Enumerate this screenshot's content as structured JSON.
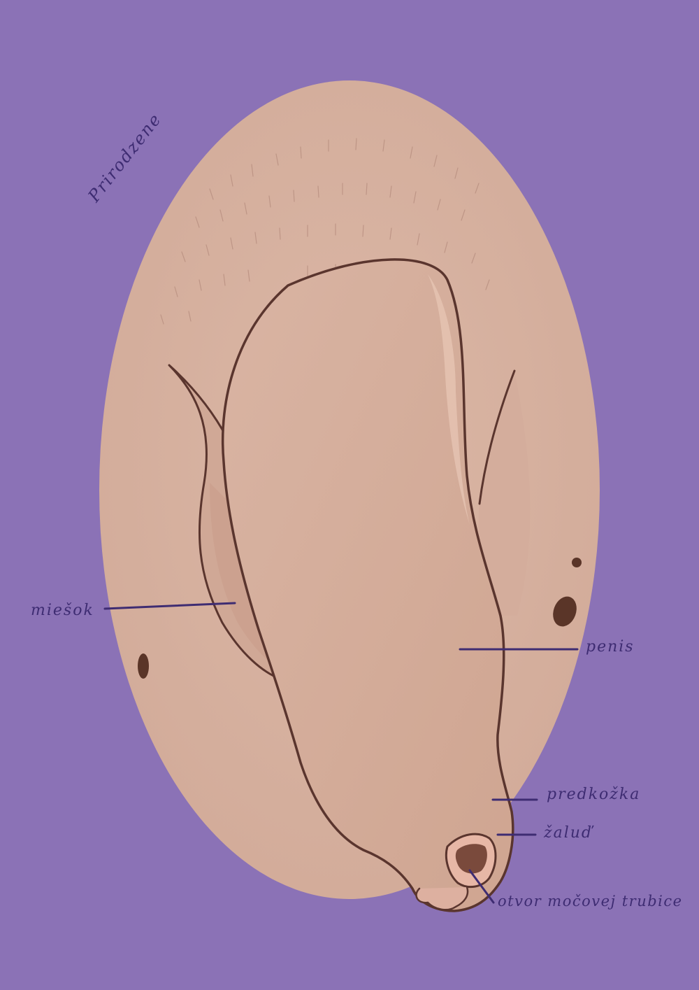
{
  "diagram": {
    "title": "Prirodzene",
    "labels": {
      "miesok": "miešok",
      "penis": "penis",
      "predkozka": "predkožka",
      "zalud": "žaluď",
      "otvor": "otvor močovej trubice"
    }
  },
  "colors": {
    "background": "#8b72b6",
    "skin": "#d7b2a1",
    "skin_light": "#e2bfae",
    "outline": "#5a352e",
    "leader": "#3e2c72",
    "mole": "#5a3528"
  }
}
